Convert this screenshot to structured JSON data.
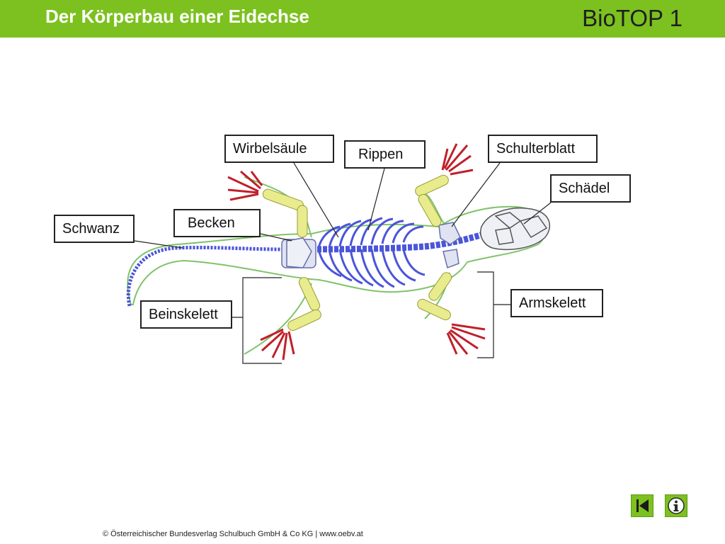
{
  "header": {
    "title": "Der Körperbau einer Eidechse",
    "brand": "BioTOP 1"
  },
  "labels": {
    "wirbelsaeule": "Wirbelsäule",
    "rippen": "Rippen",
    "schulterblatt": "Schulterblatt",
    "schaedel": "Schädel",
    "schwanz": "Schwanz",
    "becken": "Becken",
    "beinskelett": "Beinskelett",
    "armskelett": "Armskelett"
  },
  "colors": {
    "accent": "#7cc11f",
    "spine": "#4a55d9",
    "limb_bones": "#e9ec8c",
    "hand_bones": "#c0202a",
    "body_outline": "#7fc36a"
  },
  "footer": {
    "copyright": "© Österreichischer Bundesverlag Schulbuch GmbH & Co KG | www.oebv.at"
  },
  "nav": {
    "back_icon": "skip-back-icon",
    "info_icon": "info-icon"
  }
}
